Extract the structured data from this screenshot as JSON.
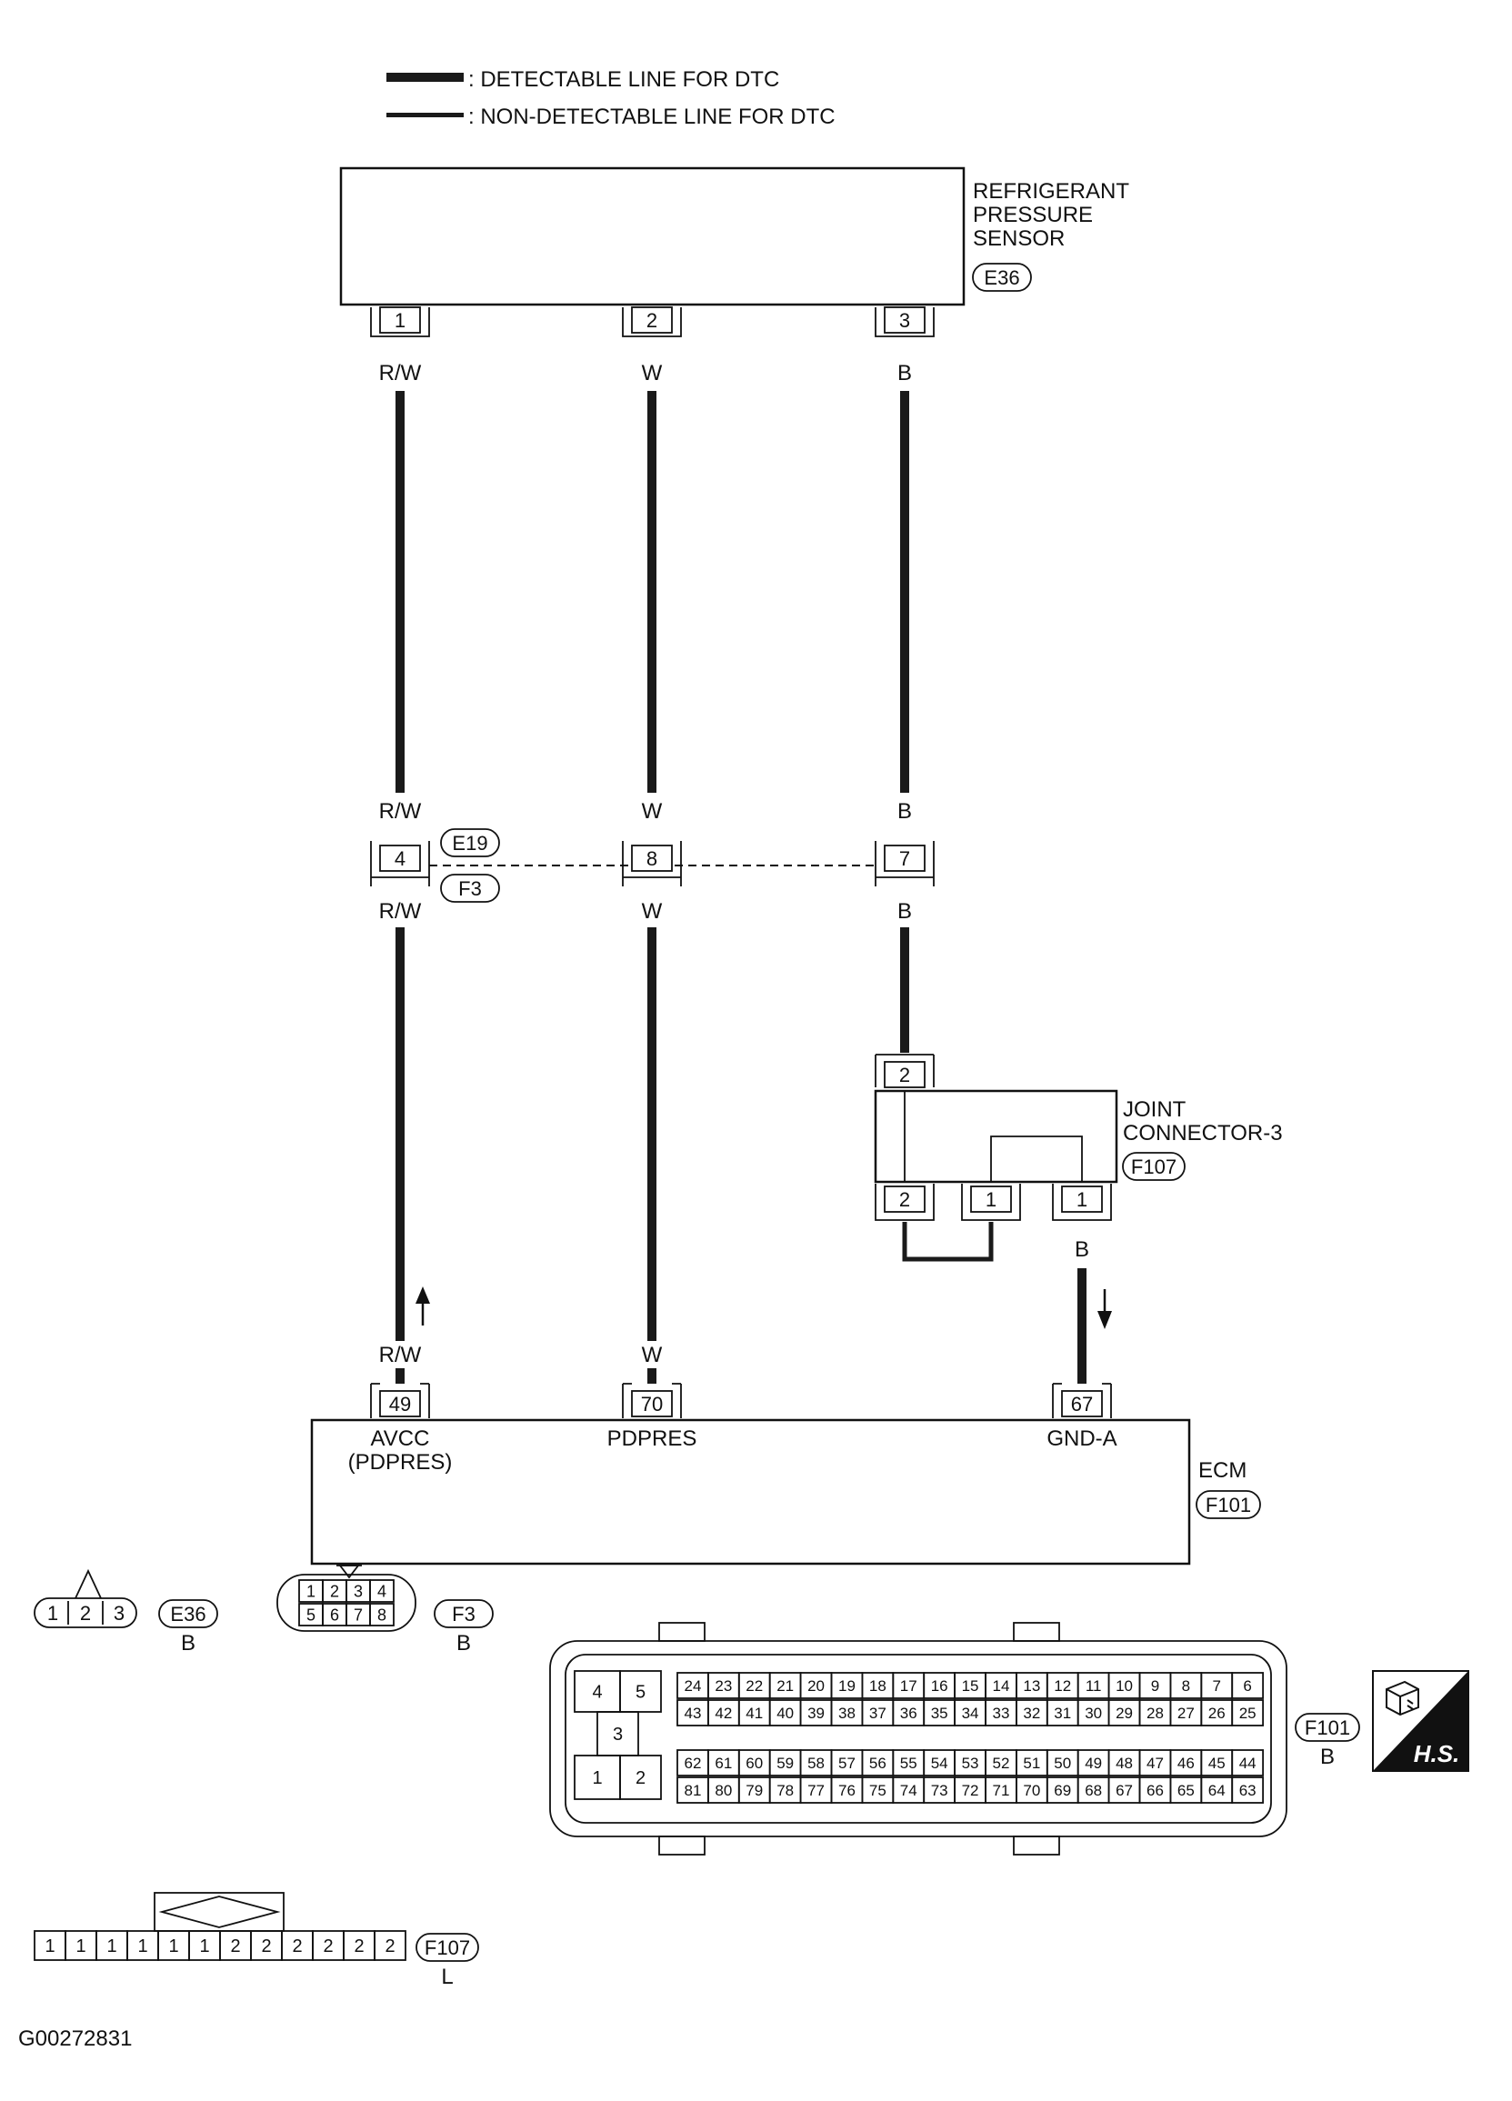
{
  "legend": {
    "detectable": ": DETECTABLE LINE FOR DTC",
    "non_detectable": ": NON-DETECTABLE LINE FOR DTC"
  },
  "sensor": {
    "name_lines": [
      "REFRIGERANT",
      "PRESSURE",
      "SENSOR"
    ],
    "connector": "E36",
    "pins": [
      "1",
      "2",
      "3"
    ]
  },
  "wires": {
    "top_colors": [
      "R/W",
      "W",
      "B"
    ],
    "mid_upper_colors": [
      "R/W",
      "W",
      "B"
    ],
    "mid_lower_colors": [
      "R/W",
      "W",
      "B"
    ],
    "joint_out_color": "B",
    "ecm_colors": [
      "R/W",
      "W"
    ]
  },
  "harness_connector": {
    "upper": "E19",
    "lower": "F3",
    "pins": [
      "4",
      "8",
      "7"
    ]
  },
  "joint": {
    "name_lines": [
      "JOINT",
      "CONNECTOR-3"
    ],
    "connector": "F107",
    "top_pin": "2",
    "bottom_pins": [
      "2",
      "1",
      "1"
    ]
  },
  "ecm": {
    "name": "ECM",
    "connector": "F101",
    "pins": [
      "49",
      "70",
      "67"
    ],
    "labels": [
      "AVCC",
      "(PDPRES)",
      "PDPRES",
      "GND-A"
    ]
  },
  "connector_views": {
    "e36": {
      "tag": "E36",
      "color": "B",
      "pins": [
        "1",
        "2",
        "3"
      ]
    },
    "f3": {
      "tag": "F3",
      "color": "B",
      "row1": [
        "1",
        "2",
        "3",
        "4"
      ],
      "row2": [
        "5",
        "6",
        "7",
        "8"
      ]
    },
    "f101": {
      "tag": "F101",
      "color": "B",
      "left_block": [
        "4",
        "5",
        "3",
        "1",
        "2"
      ],
      "row1": [
        "24",
        "23",
        "22",
        "21",
        "20",
        "19",
        "18",
        "17",
        "16",
        "15",
        "14",
        "13",
        "12",
        "11",
        "10",
        "9",
        "8",
        "7",
        "6"
      ],
      "row2": [
        "43",
        "42",
        "41",
        "40",
        "39",
        "38",
        "37",
        "36",
        "35",
        "34",
        "33",
        "32",
        "31",
        "30",
        "29",
        "28",
        "27",
        "26",
        "25"
      ],
      "row3": [
        "62",
        "61",
        "60",
        "59",
        "58",
        "57",
        "56",
        "55",
        "54",
        "53",
        "52",
        "51",
        "50",
        "49",
        "48",
        "47",
        "46",
        "45",
        "44"
      ],
      "row4": [
        "81",
        "80",
        "79",
        "78",
        "77",
        "76",
        "75",
        "74",
        "73",
        "72",
        "71",
        "70",
        "69",
        "68",
        "67",
        "66",
        "65",
        "64",
        "63"
      ]
    },
    "f107": {
      "tag": "F107",
      "color": "L",
      "pins": [
        "1",
        "1",
        "1",
        "1",
        "1",
        "1",
        "2",
        "2",
        "2",
        "2",
        "2",
        "2"
      ]
    }
  },
  "badge": "H.S.",
  "figure_id": "G00272831"
}
